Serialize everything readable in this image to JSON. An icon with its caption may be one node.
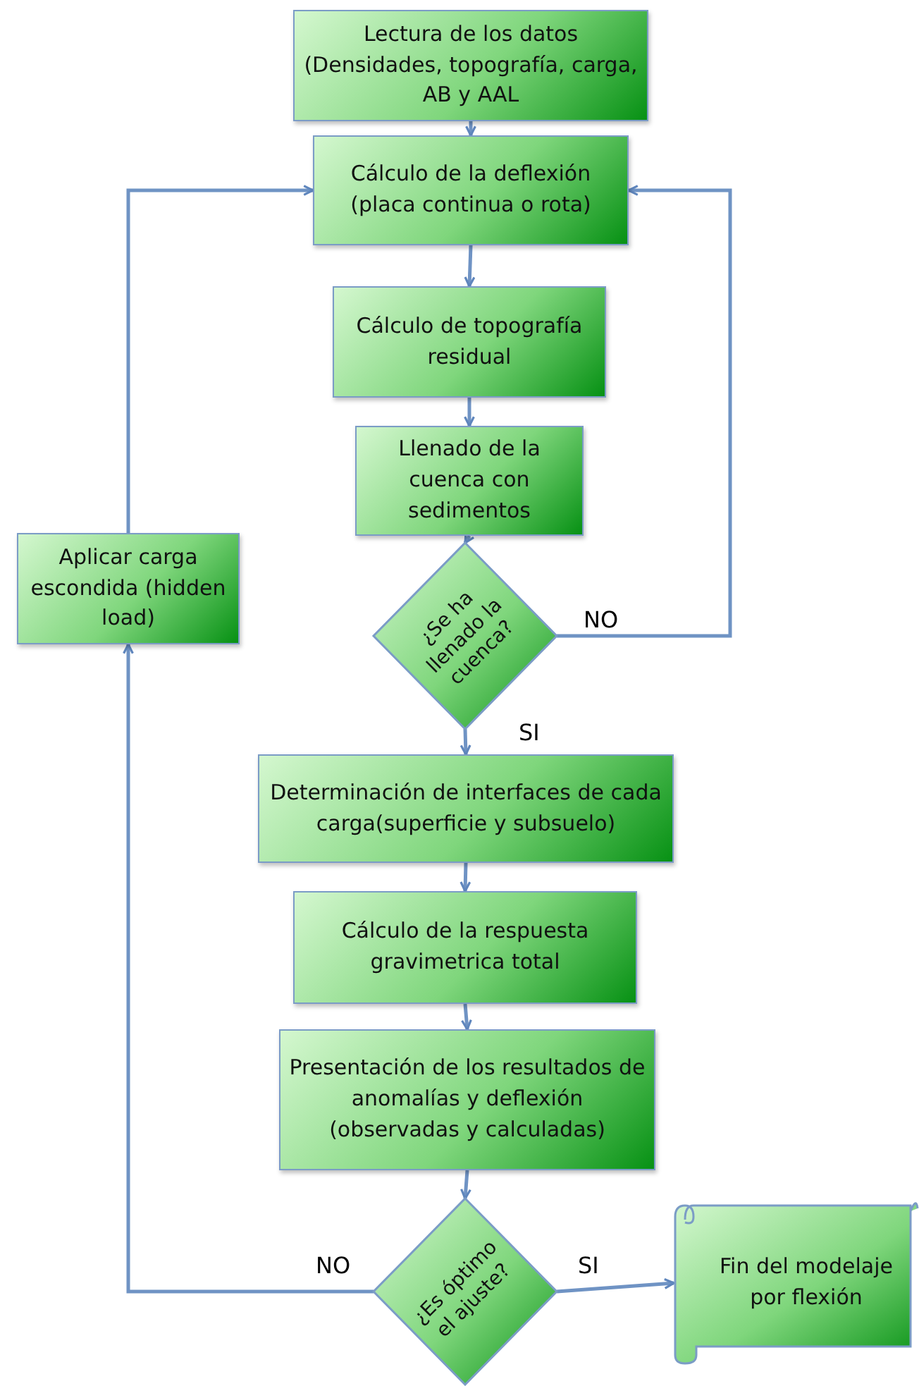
{
  "diagram": {
    "nodes": [
      {
        "text": [
          "Lectura de los datos (Densidades, topografía, carga, AB y AAL"
        ]
      },
      {
        "text": [
          "Cálculo de la deflexión (placa continua o rota)"
        ]
      },
      {
        "text": [
          "Cálculo de topografía residual"
        ]
      },
      {
        "text": [
          "Llenado de la cuenca con sedimentos"
        ]
      },
      {
        "text": [
          "¿Se ha llenado la cuenca?"
        ]
      },
      {
        "text": [
          "Aplicar carga escondida (hidden load)"
        ]
      },
      {
        "text": [
          "Determinación de interfaces de cada carga(superficie y subsuelo)"
        ]
      },
      {
        "text": [
          "Cálculo de la respuesta gravimetrica total"
        ]
      },
      {
        "text": [
          "Presentación de los resultados de anomalías y deflexión (observadas y calculadas)"
        ]
      },
      {
        "text": [
          "¿Es óptimo el ajuste?"
        ]
      },
      {
        "text": [
          "Fin del modelaje por flexión"
        ]
      }
    ],
    "edges": [
      {
        "from": 0,
        "to": 1,
        "arrow": "to"
      },
      {
        "from": 1,
        "to": 2,
        "arrow": "to"
      },
      {
        "from": 2,
        "to": 3,
        "arrow": "to"
      },
      {
        "from": 3,
        "to": 4,
        "arrow": "to"
      },
      {
        "from": 4,
        "to": 1,
        "arrow": "to",
        "label": "NO"
      },
      {
        "from": 4,
        "to": 6,
        "arrow": "to",
        "label": "SI"
      },
      {
        "from": 6,
        "to": 7,
        "arrow": "to"
      },
      {
        "from": 7,
        "to": 8,
        "arrow": "to"
      },
      {
        "from": 8,
        "to": 9,
        "arrow": "to"
      },
      {
        "from": 9,
        "to": 10,
        "arrow": "to",
        "label": "SI"
      },
      {
        "from": 9,
        "to": 5,
        "arrow": "to",
        "label": "NO"
      },
      {
        "from": 5,
        "to": 1,
        "arrow": "to"
      }
    ]
  }
}
